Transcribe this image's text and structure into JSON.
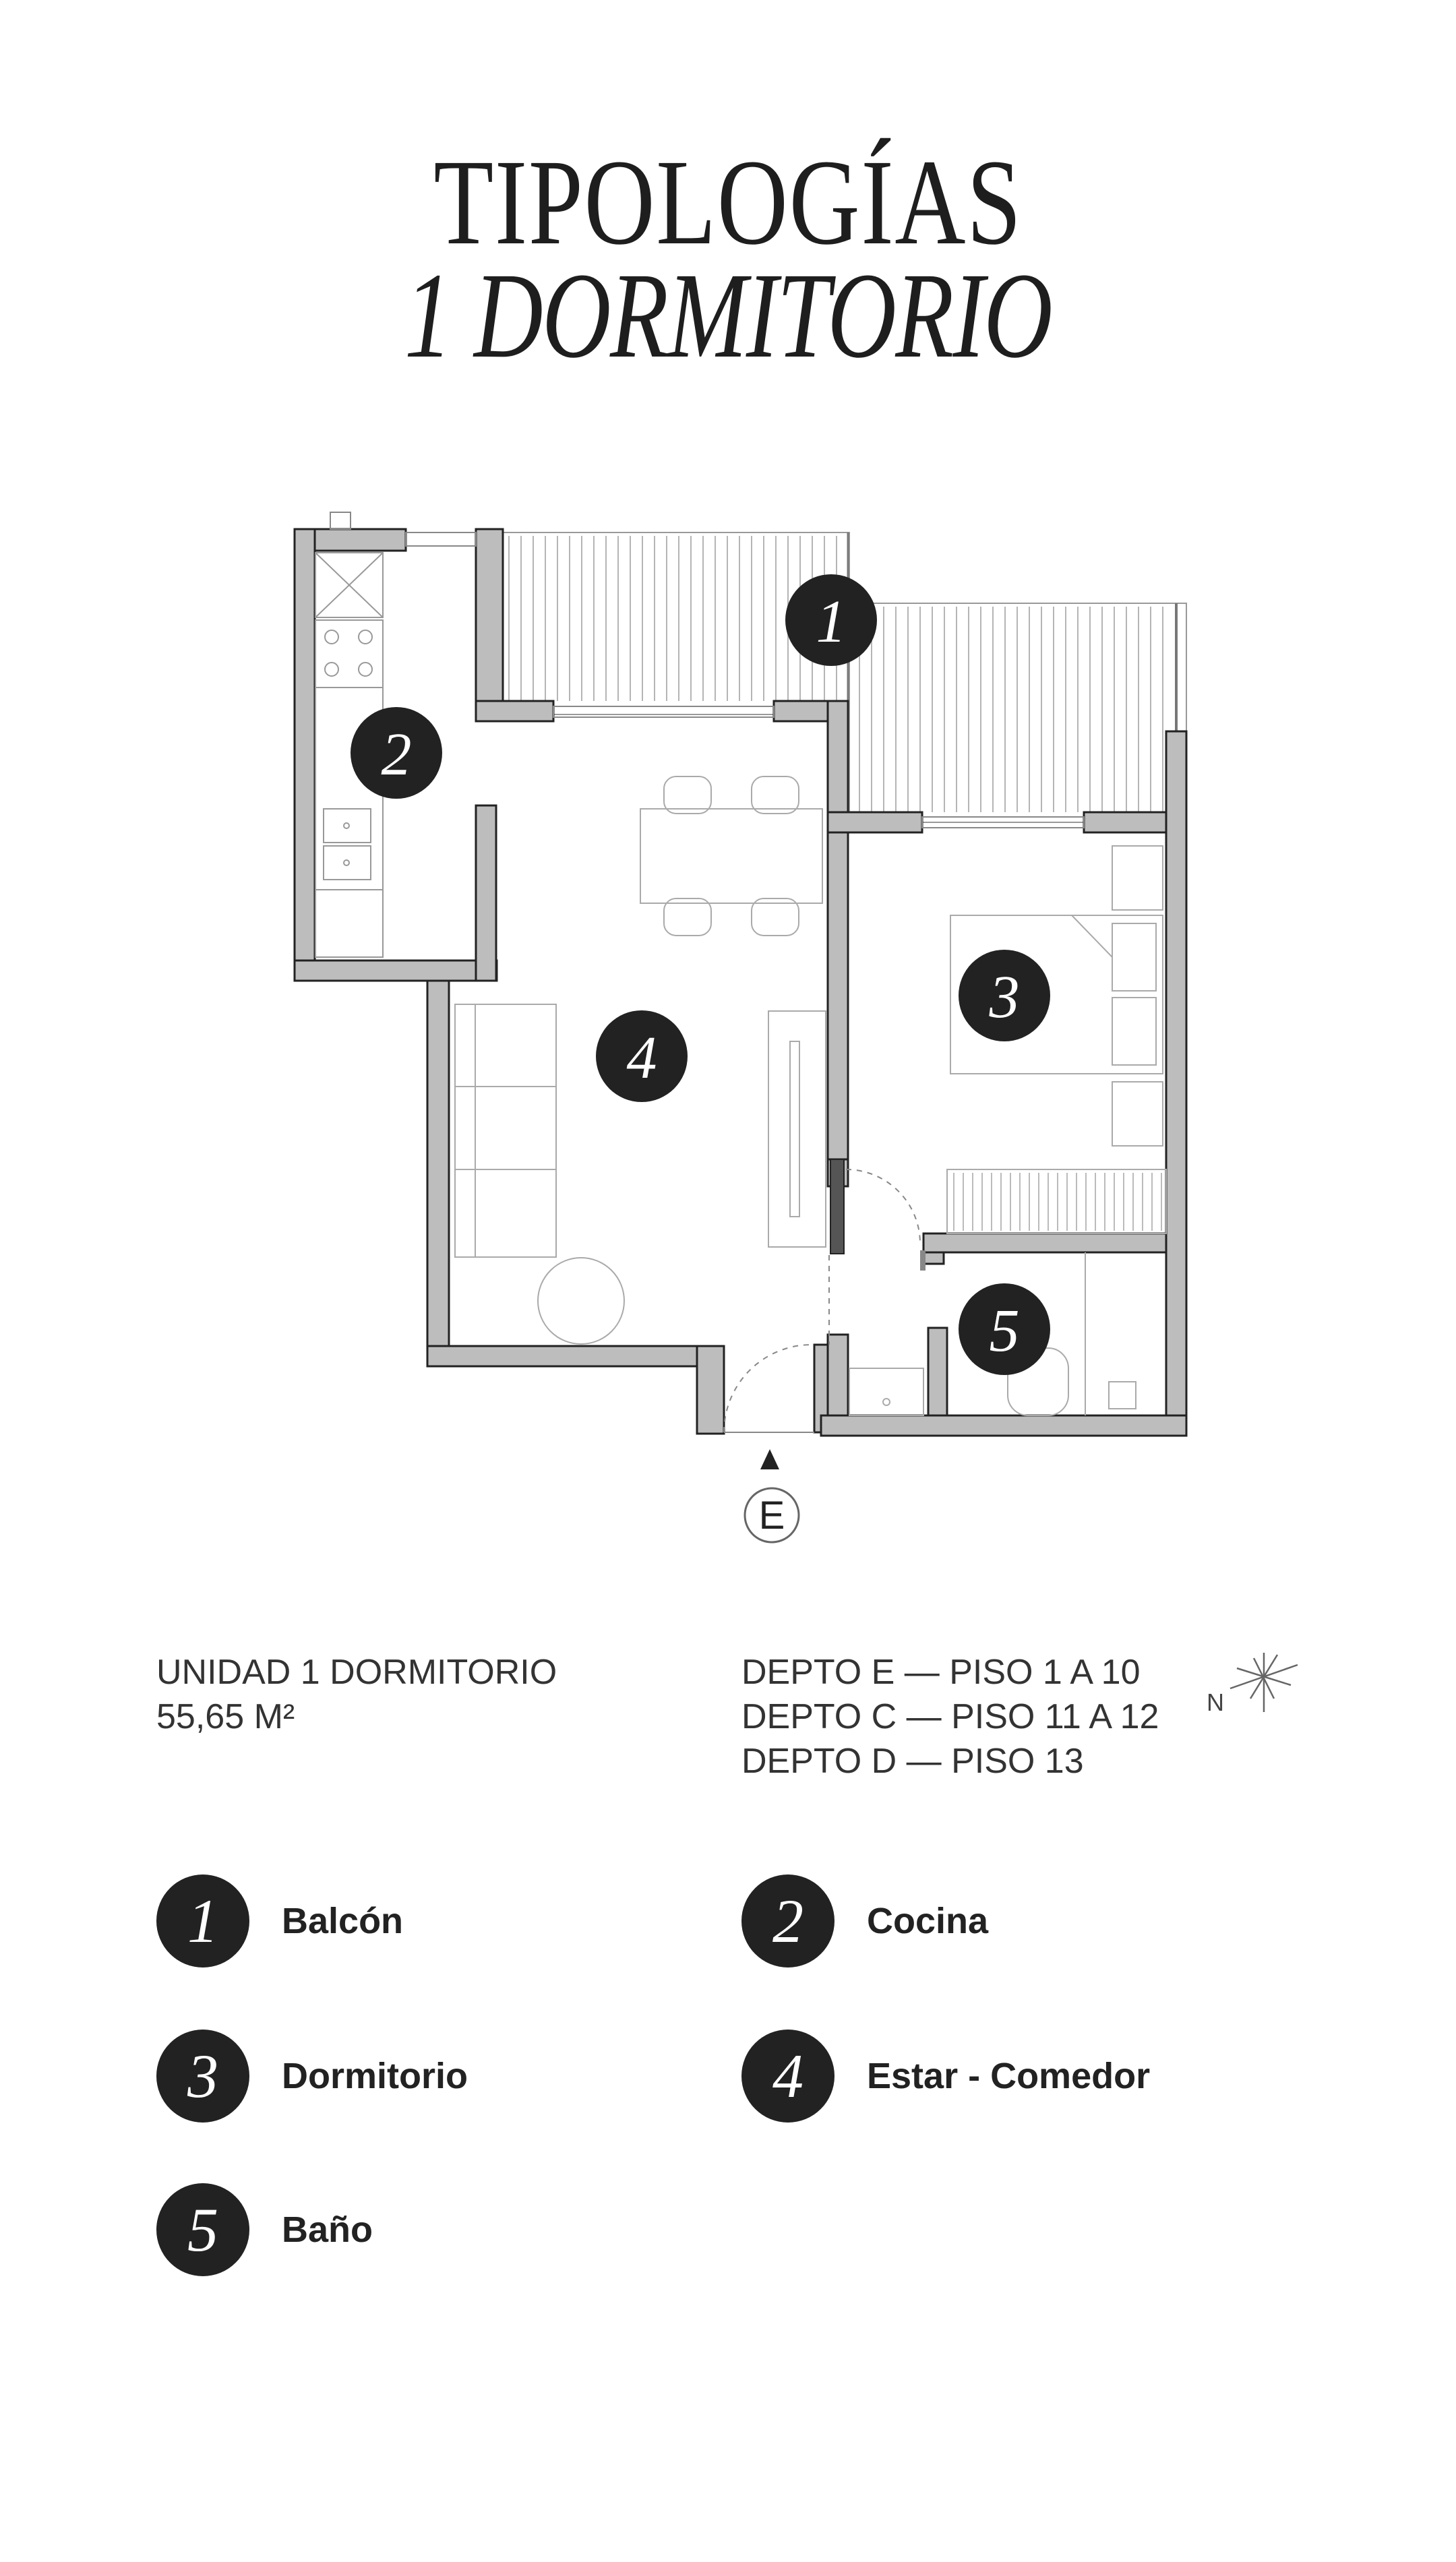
{
  "header": {
    "line1": "TIPOLOGÍAS",
    "line2": "1 DORMITORIO"
  },
  "plan": {
    "room_markers": [
      "1",
      "2",
      "3",
      "4",
      "5"
    ],
    "entrance_label": "E",
    "north_label": "N"
  },
  "unit": {
    "name": "UNIDAD 1 DORMITORIO",
    "area": "55,65 M²",
    "deptos": [
      "DEPTO E — PISO 1 A 10",
      "DEPTO C — PISO 11 A 12",
      "DEPTO D — PISO 13"
    ]
  },
  "legend": [
    {
      "number": "1",
      "label": "Balcón"
    },
    {
      "number": "2",
      "label": "Cocina"
    },
    {
      "number": "3",
      "label": "Dormitorio"
    },
    {
      "number": "4",
      "label": "Estar - Comedor"
    },
    {
      "number": "5",
      "label": "Baño"
    }
  ],
  "colors": {
    "wall_fill": "#bdbdbd",
    "wall_stroke": "#222222",
    "marker": "#222222"
  }
}
